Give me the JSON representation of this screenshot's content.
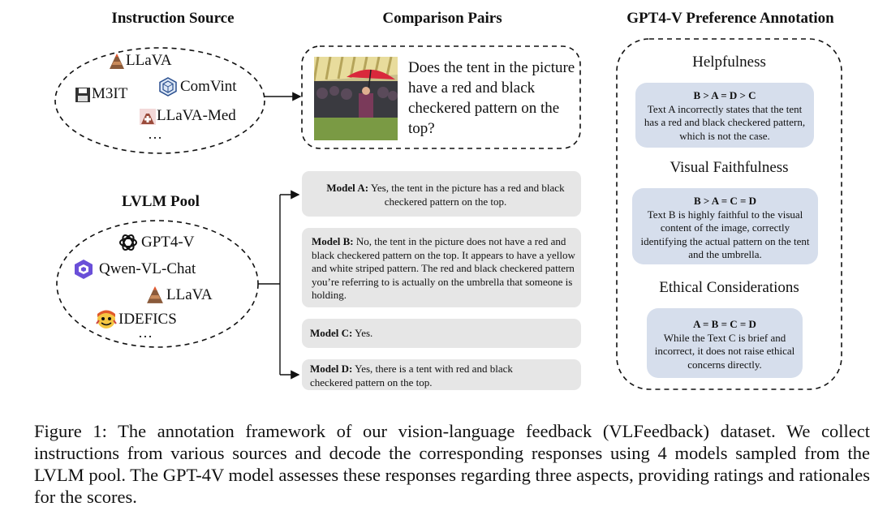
{
  "headings": {
    "instruction_source": "Instruction Source",
    "comparison_pairs": "Comparison Pairs",
    "gpt4v_annotation": "GPT4-V Preference Annotation",
    "lvlm_pool": "LVLM Pool"
  },
  "instruction_sources": {
    "items": [
      "LLaVA",
      "M3IT",
      "ComVint",
      "LLaVA-Med"
    ],
    "ellipsis": "…"
  },
  "lvlm_pool": {
    "items": [
      "GPT4-V",
      "Qwen-VL-Chat",
      "LLaVA",
      "IDEFICS"
    ],
    "ellipsis": "…"
  },
  "question": "Does the tent in the picture have a red and black checkered pattern on the top?",
  "responses": [
    {
      "model": "Model A:",
      "text": "Yes, the tent in the picture has a red and black checkered pattern on the top."
    },
    {
      "model": "Model B:",
      "text": "No, the tent in the picture does not have a red and black checkered pattern on the top. It appears to have a yellow and white striped pattern. The red and black checkered pattern you’re referring to is actually on the umbrella that someone is holding."
    },
    {
      "model": "Model C:",
      "text": "Yes."
    },
    {
      "model": "Model D:",
      "text": "Yes, there is a tent with red and black checkered pattern on the top."
    }
  ],
  "aspects": [
    {
      "name": "Helpfulness",
      "order": "B > A = D > C",
      "rationale": "Text A incorrectly states that the tent has a red and black checkered pattern, which is not the case."
    },
    {
      "name": "Visual Faithfulness",
      "order": "B > A = C = D",
      "rationale": "Text B is highly faithful to the visual content of the image, correctly identifying the actual pattern on the tent and the umbrella."
    },
    {
      "name": "Ethical Considerations",
      "order": "A = B = C = D",
      "rationale": "While the Text C is brief and incorrect, it does not raise ethical concerns directly."
    }
  ],
  "caption": "Figure 1: The annotation framework of our vision-language feedback (VLFeedback) dataset. We collect instructions from various sources and decode the corresponding responses using 4 models sampled from the LVLM pool. The GPT-4V model assesses these responses regarding three aspects, providing ratings and rationales for the scores.",
  "colors": {
    "response_box": "#e6e6e6",
    "rating_box": "#d6deec",
    "border": "#111111"
  },
  "icons": {
    "llava": "volcano-icon",
    "m3it": "floppy-disk-icon",
    "comvint": "cube-icon",
    "llava_med": "medical-volcano-icon",
    "gpt4v": "openai-knot-icon",
    "qwen": "qwen-star-icon",
    "idefics": "idefics-face-icon"
  }
}
